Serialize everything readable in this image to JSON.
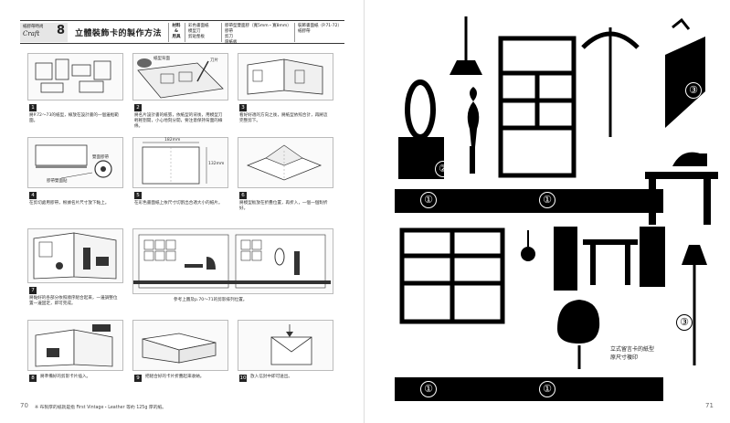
{
  "header": {
    "series": "紙膠帶時尚",
    "craft_label": "Craft",
    "craft_num": "8",
    "title": "立體裝飾卡的製作方法",
    "materials_label": "材料",
    "amp": "&",
    "tools_label": "用具",
    "col1": [
      "彩色書面紙",
      "模型刀",
      "剪貼墊板"
    ],
    "col2": [
      "膠帶型雙面膠（寬5mm・寬8mm）",
      "膠帶",
      "剪刀",
      "厚紙板"
    ],
    "col3": [
      "裝飾書面紙（P.71-72）",
      "紙膠帶"
    ]
  },
  "steps": [
    {
      "n": "1",
      "text": "將P.72～73的紙型，線放在設計書的一個邊框範圍。"
    },
    {
      "n": "2",
      "text": "將名片設計書的紙張，依紙型的背後，用模型刀輕輕割開，小心地刻分開，要注意保持背面的線條。",
      "labels": [
        "紙型背面",
        "刀片"
      ]
    },
    {
      "n": "3",
      "text": "看好好適的方向之後，將紙型依照合計，再將這完整剪下。"
    },
    {
      "n": "4",
      "text": "在剪切處用膠帶，根據名片尺寸放下黏上。",
      "labels": [
        "雙面膠帶",
        "膠帶雙面貼"
      ]
    },
    {
      "n": "5",
      "text": "在彩色書面紙上依尺寸切割出合適大小的紙片。",
      "labels": [
        "182mm",
        "132mm"
      ]
    },
    {
      "n": "6",
      "text": "將模型板放在折疊位置，再折入，一個一個對折好。"
    },
    {
      "n": "7",
      "text": "將黏好的各部分依照順序組合起來，一邊調整位置一邊固定，即可完成。"
    },
    {
      "n": "8",
      "text": "將準備好的剪影卡片插入。"
    },
    {
      "n": "9",
      "text": "把組合好的卡片折疊起來收納。"
    },
    {
      "n": "10",
      "text": "放入信封中即可送出。"
    }
  ],
  "ref_note": "參考上圖及p.70～71的剪影排列位置。",
  "footer": "※ 布製厚的紙就是指 First Vintage・Leather 等約 125g 厚的紙。",
  "page_left": "70",
  "page_right": "71",
  "right": {
    "circ1": "①",
    "circ2": "②",
    "circ3": "③",
    "note": [
      "立式留言卡的紙型",
      "原尺寸複印"
    ]
  }
}
